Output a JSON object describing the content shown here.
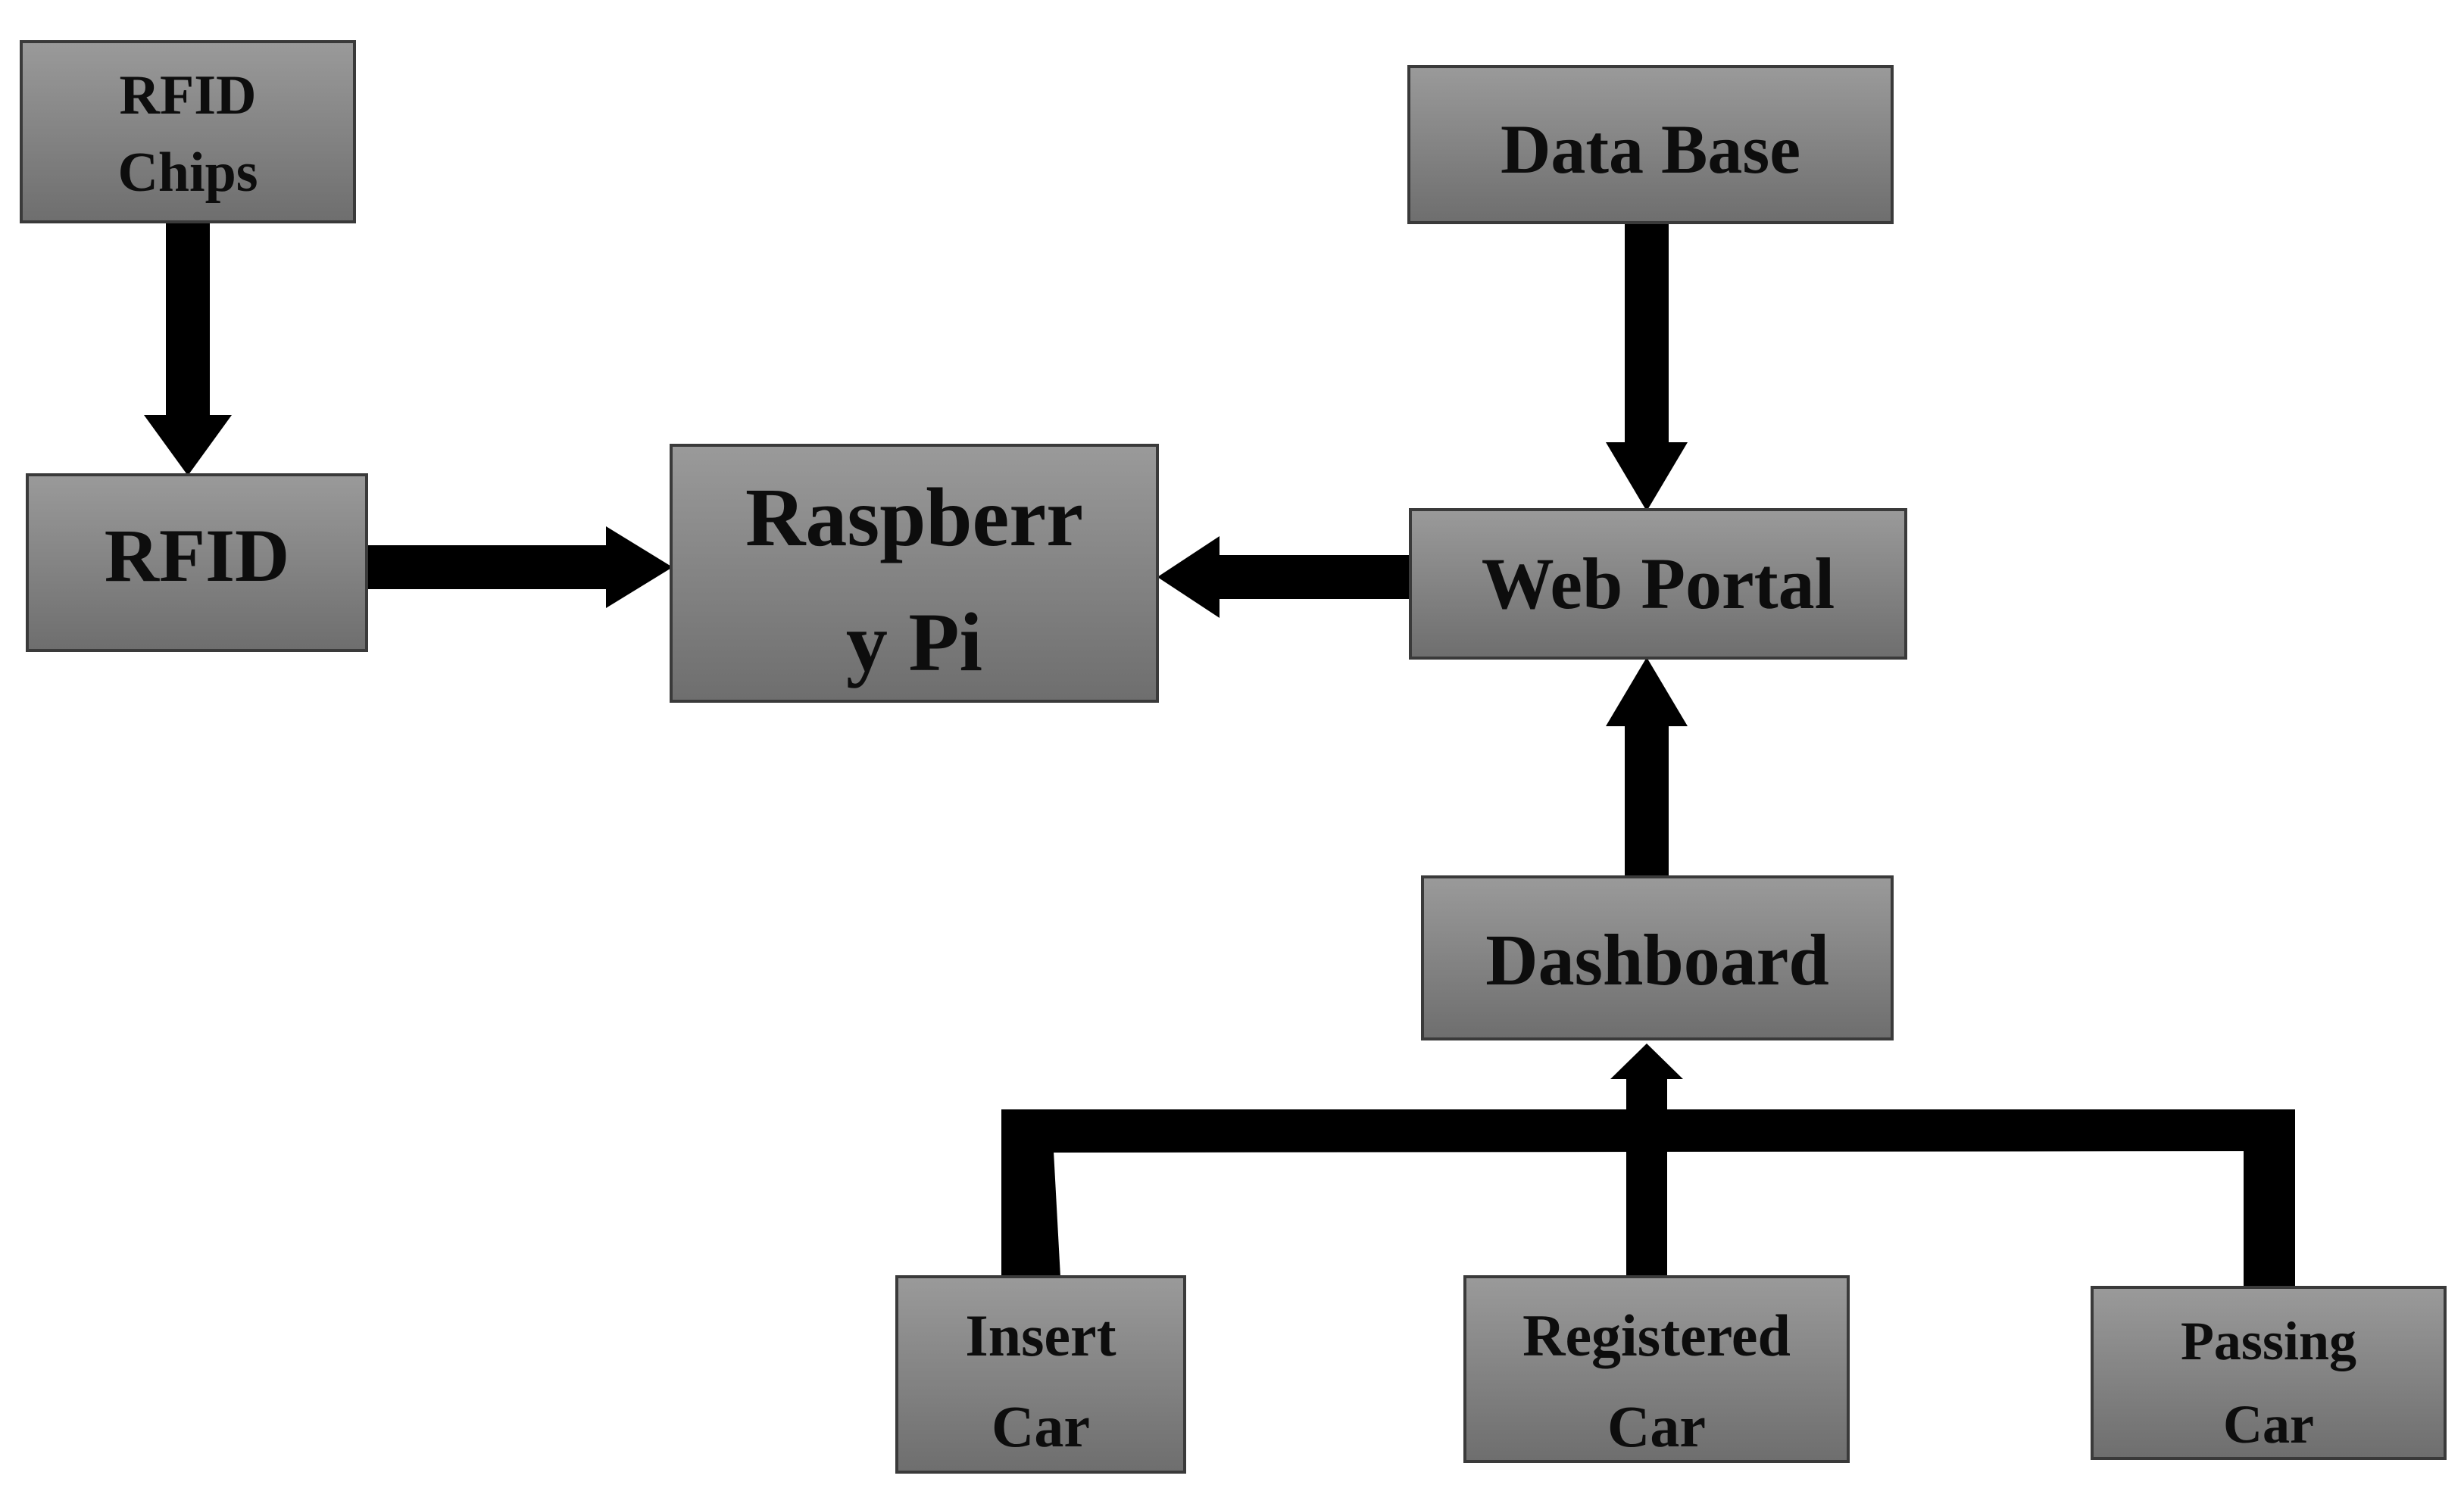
{
  "nodes": {
    "rfid_chips": {
      "lines": [
        "RFID",
        "Chips"
      ]
    },
    "rfid": {
      "lines": [
        "RFID"
      ]
    },
    "raspberry_pi": {
      "lines": [
        "Raspberr",
        "y Pi"
      ]
    },
    "database": {
      "lines": [
        "Data Base"
      ]
    },
    "web_portal": {
      "lines": [
        "Web Portal"
      ]
    },
    "dashboard": {
      "lines": [
        "Dashboard"
      ]
    },
    "insert_car": {
      "lines": [
        "Insert",
        "Car"
      ]
    },
    "registered_car": {
      "lines": [
        "Registered",
        "Car"
      ]
    },
    "passing_car": {
      "lines": [
        "Passing",
        "Car"
      ]
    }
  },
  "edges": [
    {
      "from": "rfid_chips",
      "to": "rfid"
    },
    {
      "from": "rfid",
      "to": "raspberry_pi"
    },
    {
      "from": "web_portal",
      "to": "raspberry_pi"
    },
    {
      "from": "database",
      "to": "web_portal"
    },
    {
      "from": "dashboard",
      "to": "web_portal"
    },
    {
      "from": "insert_car",
      "to": "dashboard"
    },
    {
      "from": "registered_car",
      "to": "dashboard"
    },
    {
      "from": "passing_car",
      "to": "dashboard"
    }
  ],
  "colors": {
    "box_fill_top": "#9a9a9a",
    "box_fill_bottom": "#6e6e6e",
    "box_border": "#3a3a3a",
    "arrow": "#000000",
    "text": "#0d0d0d"
  }
}
